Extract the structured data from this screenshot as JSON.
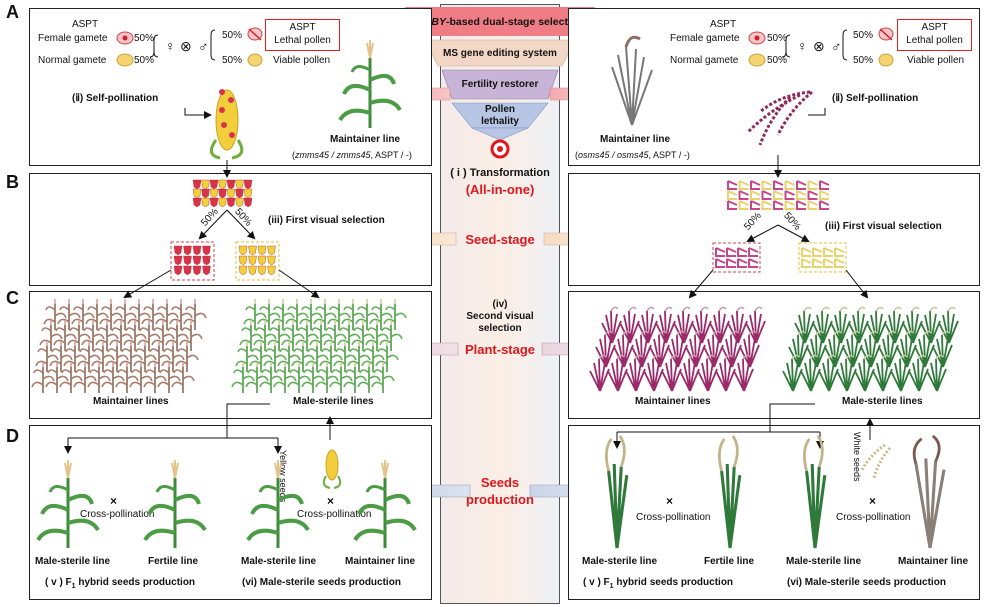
{
  "row_labels": [
    "A",
    "B",
    "C",
    "D"
  ],
  "funnel": {
    "title_italic": "RUBY",
    "title_rest": "-based dual-stage selection",
    "level2": "MS gene editing system",
    "level3": "Fertility restorer",
    "level4_line1": "Pollen",
    "level4_line2": "lethality"
  },
  "center": {
    "transformation": "( i ) Transformation",
    "all_in_one": "(All-in-one)",
    "seed_stage": "Seed-stage",
    "second_selection_1": "(iv)",
    "second_selection_2": "Second visual",
    "second_selection_3": "selection",
    "plant_stage": "Plant-stage",
    "seeds_production_1": "Seeds",
    "seeds_production_2": "production"
  },
  "gametes": {
    "aspt": "ASPT",
    "female_gamete": "Female gamete",
    "normal_gamete": "Normal gamete",
    "pct50": "50%",
    "lethal_line1": "ASPT",
    "lethal_line2": "Lethal pollen",
    "viable": "Viable pollen",
    "female_sym": "♀",
    "cross_sym": "⊗",
    "male_sym": "♂"
  },
  "left": {
    "self_pollination": "(ⅱ) Self-pollination",
    "maintainer_line": "Maintainer line",
    "genotype_prefix": "(",
    "genotype_italic": "zmms45 / zmms45",
    "genotype_suffix": ", ASPT / -)",
    "first_selection": "(iii) First visual selection",
    "pct_left": "50%",
    "pct_right": "50%",
    "maintainer_lines": "Maintainer lines",
    "male_sterile_lines": "Male-sterile lines",
    "yellow_seeds": "Yellow seeds",
    "cross_pollination": "Cross-pollination",
    "times": "×",
    "male_sterile_line": "Male-sterile line",
    "fertile_line": "Fertile line",
    "maintainer_line_d": "Maintainer line",
    "f1_prefix": "( v ) F",
    "f1_sub": "1",
    "f1_suffix": " hybrid seeds production",
    "ms_seeds": "(vi) Male-sterile seeds production"
  },
  "right": {
    "self_pollination": "(ⅱ) Self-pollination",
    "maintainer_line": "Maintainer line",
    "genotype_prefix": "(",
    "genotype_italic": "osms45 / osms45",
    "genotype_suffix": ", ASPT / -)",
    "first_selection": "(iii) First visual selection",
    "pct_left": "50%",
    "pct_right": "50%",
    "maintainer_lines": "Maintainer lines",
    "male_sterile_lines": "Male-sterile lines",
    "white_seeds": "White seeds",
    "cross_pollination": "Cross-pollination",
    "times": "×",
    "male_sterile_line": "Male-sterile line",
    "fertile_line": "Fertile line",
    "maintainer_line_d": "Maintainer line",
    "f1_prefix": "( v ) F",
    "f1_sub": "1",
    "f1_suffix": " hybrid seeds production",
    "ms_seeds": "(vi) Male-sterile seeds production"
  },
  "colors": {
    "red_label": "#e0161b",
    "red_seed": "#d8334a",
    "yellow_seed": "#f2cf3a",
    "maize_green": "#3f8a3a",
    "rice_purple": "#8e2a5a",
    "rice_green": "#2f7a3a",
    "funnel_top": "#f07d85",
    "funnel_2": "#f3d7c6",
    "funnel_3": "#c7b4d6",
    "funnel_4": "#b7c6e4"
  }
}
